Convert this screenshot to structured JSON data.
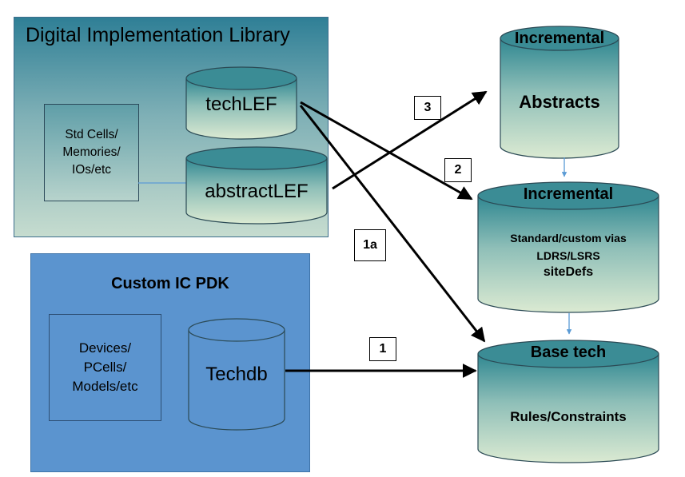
{
  "dil": {
    "title": "Digital Implementation Library",
    "std_cells": "Std Cells/ Memories/ IOs/etc",
    "techlef": "techLEF",
    "abstractlef": "abstractLEF"
  },
  "pdk": {
    "title": "Custom IC PDK",
    "devices": "Devices/ PCells/ Models/etc",
    "techdb": "Techdb"
  },
  "abstracts": {
    "title": "Incremental",
    "body": "Abstracts"
  },
  "incremental": {
    "title": "Incremental",
    "line1": "Standard/custom vias",
    "line2": "LDRS/LSRS",
    "line3": "siteDefs"
  },
  "base": {
    "title": "Base tech",
    "body": "Rules/Constraints"
  },
  "arrows": {
    "a1": "1",
    "a1a": "1a",
    "a2": "2",
    "a3": "3"
  },
  "colors": {
    "cylinder_top": "#2f8791",
    "cylinder_bottom": "#dbead2",
    "pdk_blue": "#5b94cf",
    "connector": "#5b9bd5"
  }
}
